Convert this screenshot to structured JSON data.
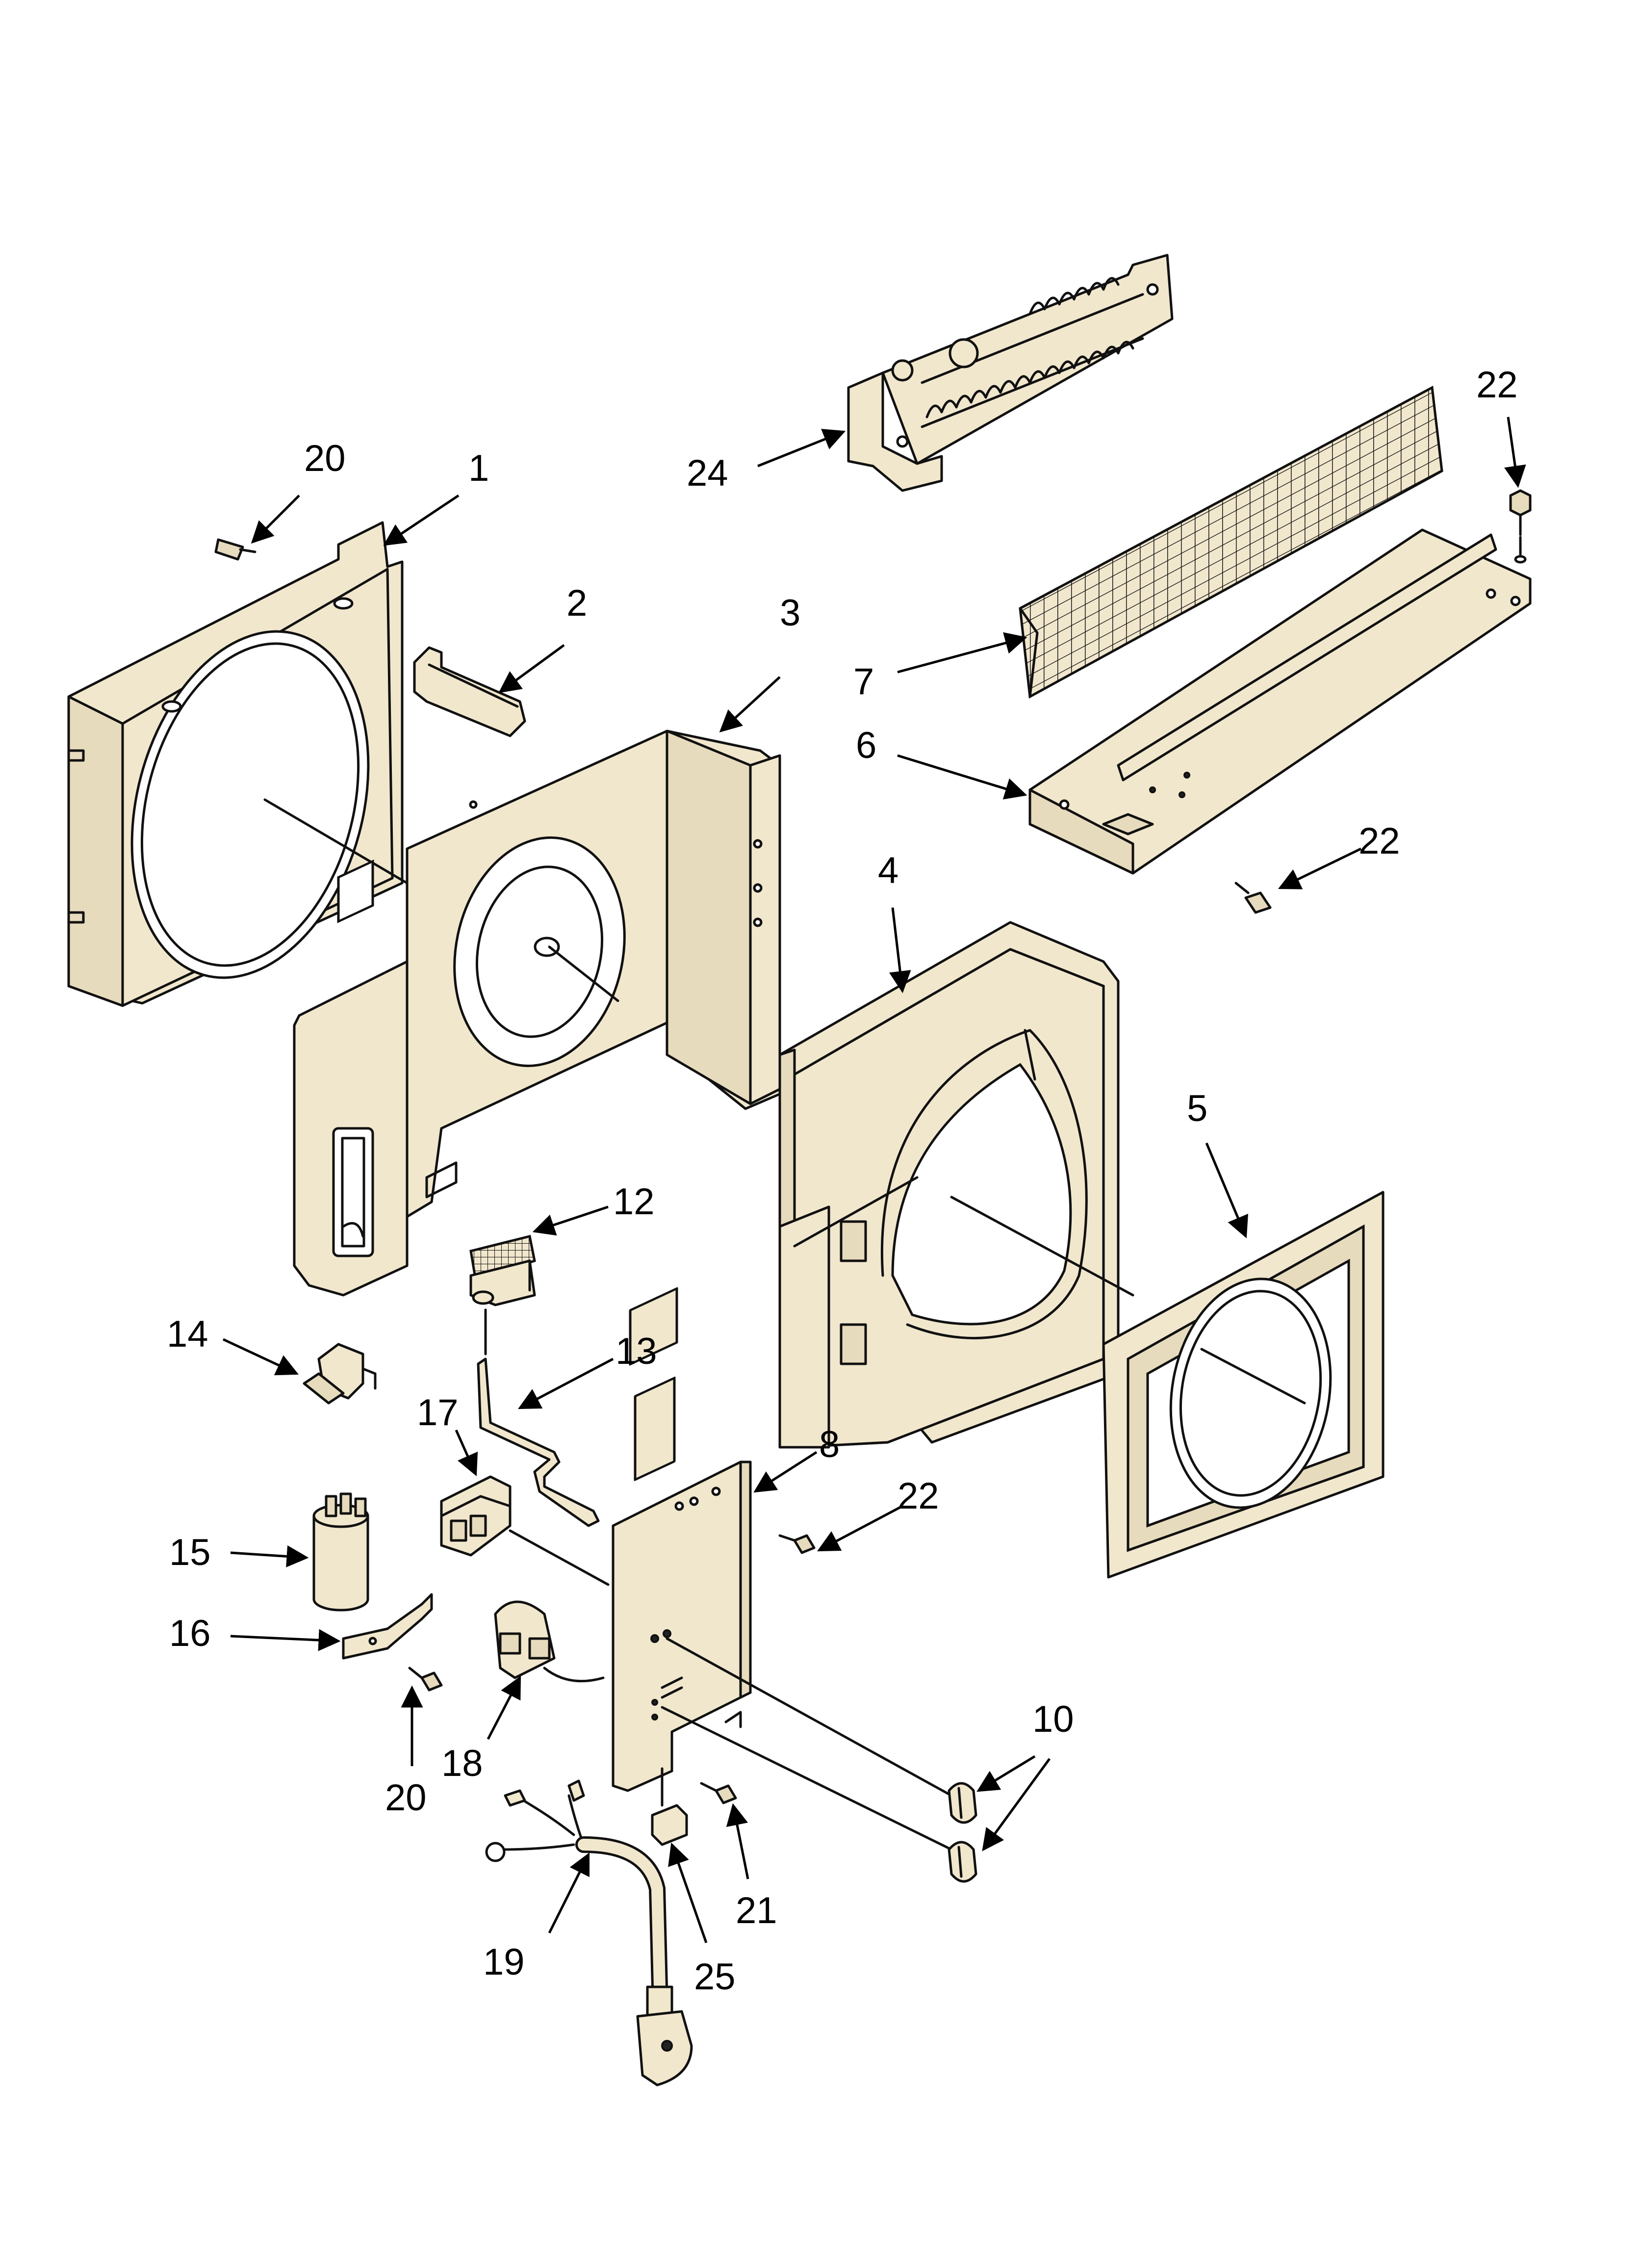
{
  "callouts": [
    {
      "id": "20a",
      "text": "20"
    },
    {
      "id": "1",
      "text": "1"
    },
    {
      "id": "2",
      "text": "2"
    },
    {
      "id": "3",
      "text": "3"
    },
    {
      "id": "24",
      "text": "24"
    },
    {
      "id": "22a",
      "text": "22"
    },
    {
      "id": "7",
      "text": "7"
    },
    {
      "id": "6",
      "text": "6"
    },
    {
      "id": "22b",
      "text": "22"
    },
    {
      "id": "4",
      "text": "4"
    },
    {
      "id": "5",
      "text": "5"
    },
    {
      "id": "12",
      "text": "12"
    },
    {
      "id": "13",
      "text": "13"
    },
    {
      "id": "14",
      "text": "14"
    },
    {
      "id": "17",
      "text": "17"
    },
    {
      "id": "8",
      "text": "8"
    },
    {
      "id": "22c",
      "text": "22"
    },
    {
      "id": "15",
      "text": "15"
    },
    {
      "id": "16",
      "text": "16"
    },
    {
      "id": "20b",
      "text": "20"
    },
    {
      "id": "18",
      "text": "18"
    },
    {
      "id": "10",
      "text": "10"
    },
    {
      "id": "21",
      "text": "21"
    },
    {
      "id": "19",
      "text": "19"
    },
    {
      "id": "25",
      "text": "25"
    }
  ]
}
